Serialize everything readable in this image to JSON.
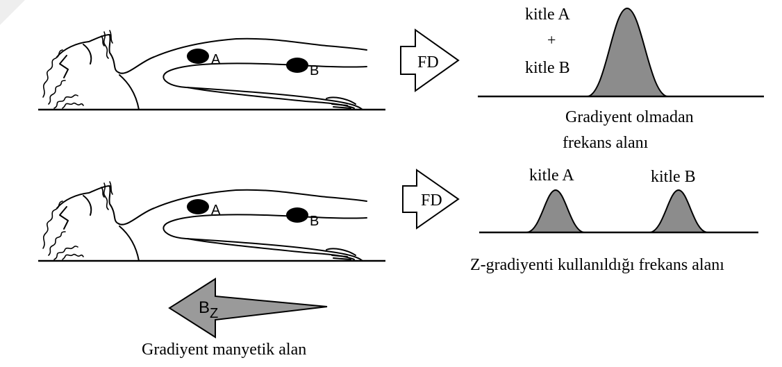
{
  "top": {
    "mass_a": "A",
    "mass_b": "B",
    "fd_label": "FD",
    "peak_label_line1": "kitle A",
    "peak_label_plus": "+",
    "peak_label_line2": "kitle B",
    "caption_line1": "Gradiyent olmadan",
    "caption_line2": "frekans alanı"
  },
  "bottom": {
    "mass_a": "A",
    "mass_b": "B",
    "fd_label": "FD",
    "peak_a_label": "kitle A",
    "peak_b_label": "kitle B",
    "caption": "Z-gradiyenti kullanıldığı frekans alanı"
  },
  "gradient": {
    "symbol": "B",
    "subscript": "Z",
    "caption": "Gradiyent manyetik alan"
  },
  "colors": {
    "peak_fill": "#8c8c8c",
    "arrow_fill": "#9a9a9a",
    "ink": "#000000"
  }
}
